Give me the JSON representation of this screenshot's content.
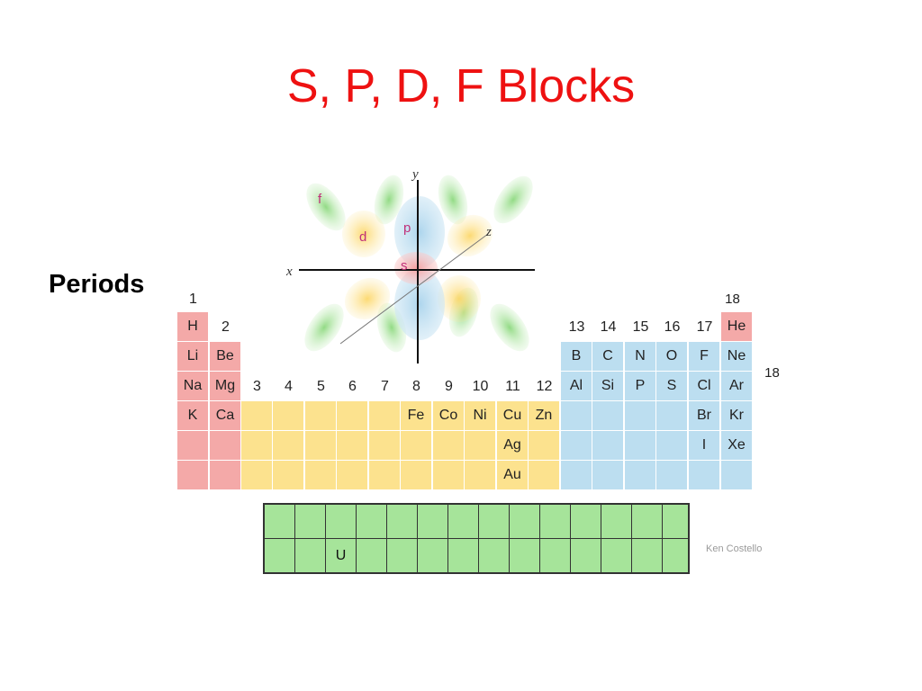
{
  "title": "S, P, D, F Blocks",
  "periods_label": "Periods",
  "credit": "Ken Costello",
  "orbital_labels": {
    "y": "y",
    "x": "x",
    "z": "z",
    "f": "f",
    "d": "d",
    "p": "p",
    "s": "s"
  },
  "group_labels": {
    "g1": "1",
    "g2": "2",
    "g3": "3",
    "g4": "4",
    "g5": "5",
    "g6": "6",
    "g7": "7",
    "g8": "8",
    "g9": "9",
    "g10": "10",
    "g11": "11",
    "g12": "12",
    "g13": "13",
    "g14": "14",
    "g15": "15",
    "g16": "16",
    "g17": "17",
    "g18_top": "18",
    "g18_side": "18"
  },
  "colors": {
    "s_block": "#f4a9a8",
    "p_block": "#bcdef0",
    "d_block": "#fce28e",
    "f_block": "#a6e49a",
    "title": "#ee1111"
  },
  "elements": {
    "H": "H",
    "He": "He",
    "Li": "Li",
    "Be": "Be",
    "B": "B",
    "C": "C",
    "N": "N",
    "O": "O",
    "F": "F",
    "Ne": "Ne",
    "Na": "Na",
    "Mg": "Mg",
    "Al": "Al",
    "Si": "Si",
    "P": "P",
    "S": "S",
    "Cl": "Cl",
    "Ar": "Ar",
    "K": "K",
    "Ca": "Ca",
    "Fe": "Fe",
    "Co": "Co",
    "Ni": "Ni",
    "Cu": "Cu",
    "Zn": "Zn",
    "Br": "Br",
    "Kr": "Kr",
    "Ag": "Ag",
    "I": "I",
    "Xe": "Xe",
    "Au": "Au",
    "U": "U"
  }
}
